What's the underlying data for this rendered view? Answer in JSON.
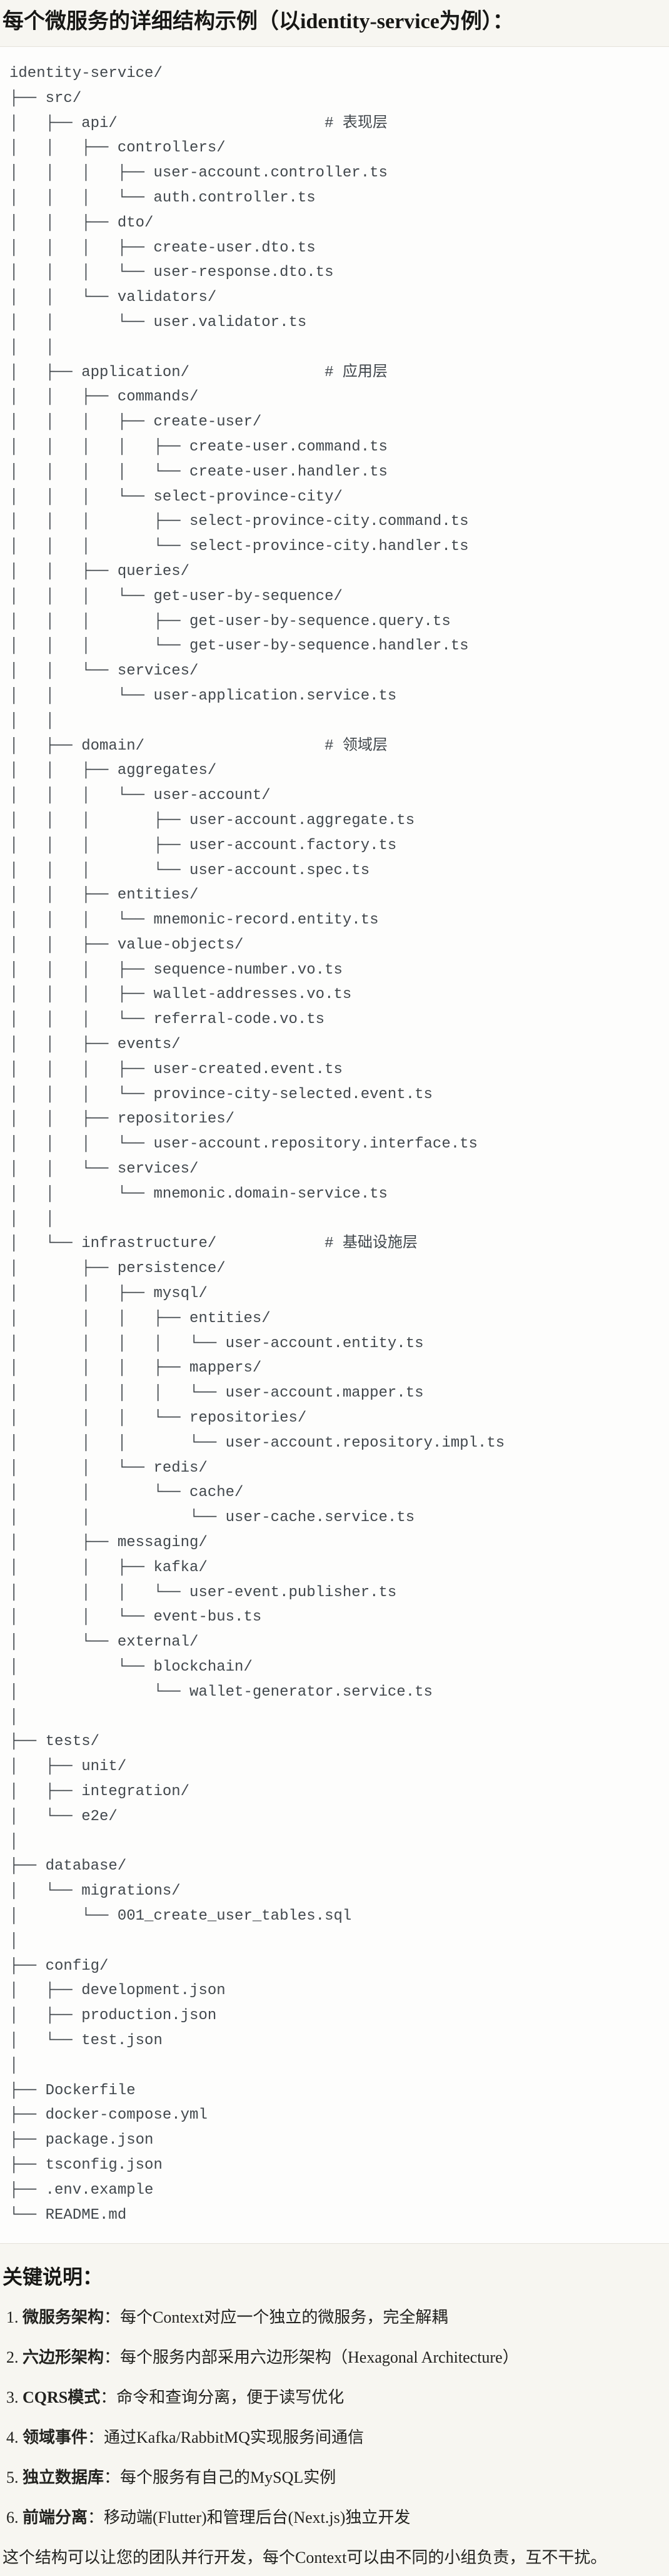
{
  "title": "每个微服务的详细结构示例（以identity-service为例）：",
  "colors": {
    "page_bg": "#f7f6f1",
    "code_card_bg": "#fdfdfc",
    "code_card_border": "#e5e3db",
    "code_text": "#41474c",
    "heading_text": "#171715"
  },
  "code_block": {
    "language": "plaintext",
    "tree_lines": [
      "identity-service/",
      "├── src/",
      "│   ├── api/                       # 表现层",
      "│   │   ├── controllers/",
      "│   │   │   ├── user-account.controller.ts",
      "│   │   │   └── auth.controller.ts",
      "│   │   ├── dto/",
      "│   │   │   ├── create-user.dto.ts",
      "│   │   │   └── user-response.dto.ts",
      "│   │   └── validators/",
      "│   │       └── user.validator.ts",
      "│   │",
      "│   ├── application/               # 应用层",
      "│   │   ├── commands/",
      "│   │   │   ├── create-user/",
      "│   │   │   │   ├── create-user.command.ts",
      "│   │   │   │   └── create-user.handler.ts",
      "│   │   │   └── select-province-city/",
      "│   │   │       ├── select-province-city.command.ts",
      "│   │   │       └── select-province-city.handler.ts",
      "│   │   ├── queries/",
      "│   │   │   └── get-user-by-sequence/",
      "│   │   │       ├── get-user-by-sequence.query.ts",
      "│   │   │       └── get-user-by-sequence.handler.ts",
      "│   │   └── services/",
      "│   │       └── user-application.service.ts",
      "│   │",
      "│   ├── domain/                    # 领域层",
      "│   │   ├── aggregates/",
      "│   │   │   └── user-account/",
      "│   │   │       ├── user-account.aggregate.ts",
      "│   │   │       ├── user-account.factory.ts",
      "│   │   │       └── user-account.spec.ts",
      "│   │   ├── entities/",
      "│   │   │   └── mnemonic-record.entity.ts",
      "│   │   ├── value-objects/",
      "│   │   │   ├── sequence-number.vo.ts",
      "│   │   │   ├── wallet-addresses.vo.ts",
      "│   │   │   └── referral-code.vo.ts",
      "│   │   ├── events/",
      "│   │   │   ├── user-created.event.ts",
      "│   │   │   └── province-city-selected.event.ts",
      "│   │   ├── repositories/",
      "│   │   │   └── user-account.repository.interface.ts",
      "│   │   └── services/",
      "│   │       └── mnemonic.domain-service.ts",
      "│   │",
      "│   └── infrastructure/            # 基础设施层",
      "│       ├── persistence/",
      "│       │   ├── mysql/",
      "│       │   │   ├── entities/",
      "│       │   │   │   └── user-account.entity.ts",
      "│       │   │   ├── mappers/",
      "│       │   │   │   └── user-account.mapper.ts",
      "│       │   │   └── repositories/",
      "│       │   │       └── user-account.repository.impl.ts",
      "│       │   └── redis/",
      "│       │       └── cache/",
      "│       │           └── user-cache.service.ts",
      "│       ├── messaging/",
      "│       │   ├── kafka/",
      "│       │   │   └── user-event.publisher.ts",
      "│       │   └── event-bus.ts",
      "│       └── external/",
      "│           └── blockchain/",
      "│               └── wallet-generator.service.ts",
      "│",
      "├── tests/",
      "│   ├── unit/",
      "│   ├── integration/",
      "│   └── e2e/",
      "│",
      "├── database/",
      "│   └── migrations/",
      "│       └── 001_create_user_tables.sql",
      "│",
      "├── config/",
      "│   ├── development.json",
      "│   ├── production.json",
      "│   └── test.json",
      "│",
      "├── Dockerfile",
      "├── docker-compose.yml",
      "├── package.json",
      "├── tsconfig.json",
      "├── .env.example",
      "└── README.md"
    ]
  },
  "notes": {
    "heading": "关键说明：",
    "items": [
      {
        "num": "1. ",
        "term": "微服务架构",
        "desc": "：每个Context对应一个独立的微服务，完全解耦"
      },
      {
        "num": "2. ",
        "term": "六边形架构",
        "desc": "：每个服务内部采用六边形架构（Hexagonal Architecture）"
      },
      {
        "num": "3. ",
        "term": "CQRS模式",
        "desc": "：命令和查询分离，便于读写优化"
      },
      {
        "num": "4. ",
        "term": "领域事件",
        "desc": "：通过Kafka/RabbitMQ实现服务间通信"
      },
      {
        "num": "5. ",
        "term": "独立数据库",
        "desc": "：每个服务有自己的MySQL实例"
      },
      {
        "num": "6. ",
        "term": "前端分离",
        "desc": "：移动端(Flutter)和管理后台(Next.js)独立开发"
      }
    ],
    "footer": "这个结构可以让您的团队并行开发，每个Context可以由不同的小组负责，互不干扰。"
  }
}
